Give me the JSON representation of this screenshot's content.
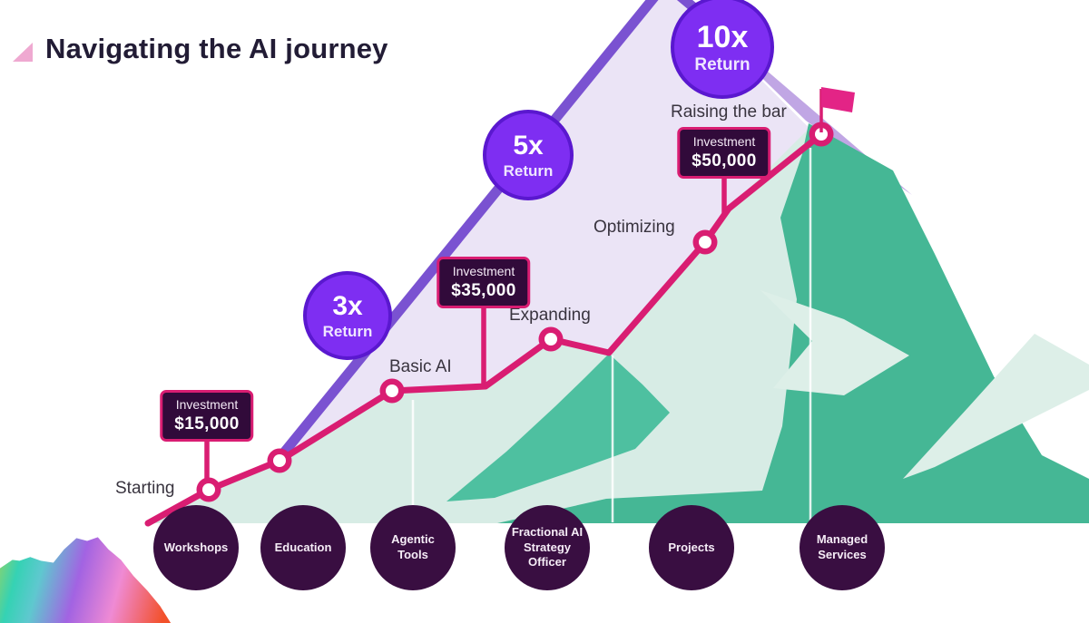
{
  "title": {
    "text": "Navigating the AI journey"
  },
  "journey": {
    "stages": [
      {
        "label": "Starting"
      },
      {
        "label": "Basic AI"
      },
      {
        "label": "Expanding"
      },
      {
        "label": "Optimizing"
      },
      {
        "label": "Raising the bar"
      }
    ],
    "investments": [
      {
        "label": "Investment",
        "amount": "$15,000",
        "at_stage": "Starting"
      },
      {
        "label": "Investment",
        "amount": "$35,000",
        "at_stage": "Expanding"
      },
      {
        "label": "Investment",
        "amount": "$50,000",
        "at_stage": "Raising the bar"
      }
    ],
    "returns": [
      {
        "multiplier": "3x",
        "label": "Return"
      },
      {
        "multiplier": "5x",
        "label": "Return"
      },
      {
        "multiplier": "10x",
        "label": "Return"
      }
    ]
  },
  "services": [
    {
      "label": "Workshops"
    },
    {
      "label": "Education"
    },
    {
      "label": "Agentic\nTools"
    },
    {
      "label": "Fractional AI\nStrategy\nOfficer"
    },
    {
      "label": "Projects"
    },
    {
      "label": "Managed\nServices"
    }
  ],
  "icons": [
    {
      "name": "title-triangle-icon"
    },
    {
      "name": "summit-flag-icon"
    }
  ],
  "colors": {
    "path_pink": "#d91d72",
    "flag_pink": "#e32486",
    "badge_purple": "#7e2ef2",
    "badge_border": "#5a18cf",
    "mountain_edge_purple": "#7a52d1",
    "mountain_face_lavender": "#ebe4f6",
    "mountain_face_lavender_dark": "#c0a6e4",
    "mountain_mint": "#d7ece5",
    "mountain_teal": "#4ec0a0",
    "mountain_teal_dark": "#45b795",
    "callout_bg": "#310a3a",
    "circle_plum": "#390e41",
    "title_text": "#221c35"
  }
}
